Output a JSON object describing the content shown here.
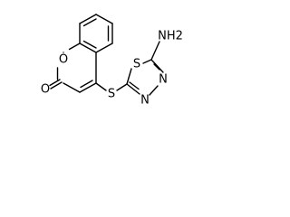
{
  "structure": {
    "atoms": {
      "ring_oxygen": "O",
      "carbonyl_oxygen": "O",
      "thioether_sulfur": "S",
      "thiadiazole_sulfur": "S",
      "thiadiazole_n3": "N",
      "thiadiazole_n4": "N",
      "amino_group": "NH2"
    }
  }
}
